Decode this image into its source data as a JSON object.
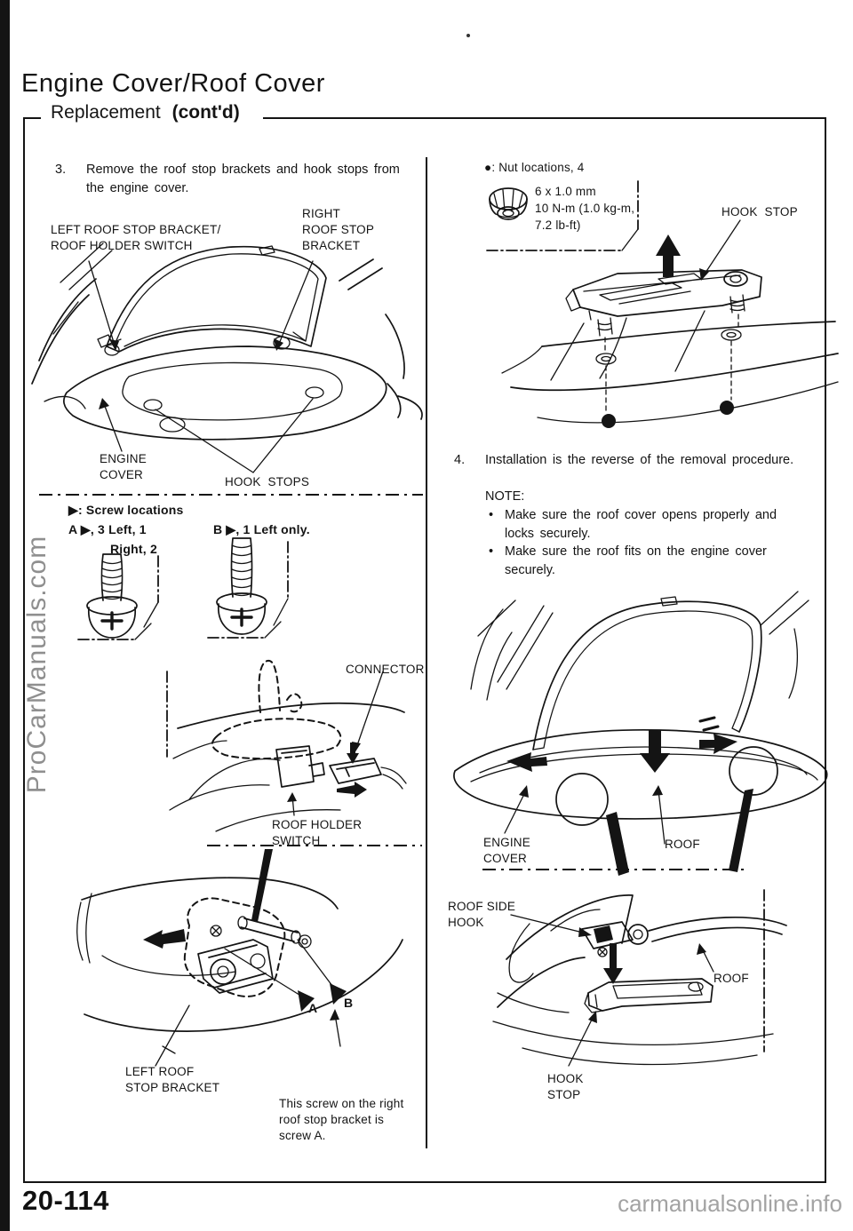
{
  "header": {
    "title": "Engine Cover/Roof Cover",
    "subtitle": "Replacement",
    "subtitle_cont": "(cont'd)"
  },
  "left": {
    "step3_num": "3.",
    "step3_text": "Remove the roof stop brackets and hook stops from\nthe engine cover.",
    "fig_main_labels": {
      "left_bracket": "LEFT ROOF STOP BRACKET/\nROOF HOLDER SWITCH",
      "right_bracket": "RIGHT\nROOF STOP\nBRACKET",
      "engine_cover": "ENGINE\nCOVER",
      "hook_stops": "HOOK STOPS"
    },
    "screw_legend": {
      "title": "▶: Screw locations",
      "a_line1": "A ▶, 3 Left, 1",
      "a_line2": "Right, 2",
      "b_line": "B ▶, 1 Left only."
    },
    "fig_switch_labels": {
      "connector": "CONNECTOR",
      "roof_holder_switch": "ROOF HOLDER\nSWITCH"
    },
    "fig_bracket_labels": {
      "marker_a": "A",
      "marker_b": "B",
      "left_roof_stop_bracket": "LEFT ROOF\nSTOP BRACKET",
      "screw_note": "This screw on the right\nroof stop bracket is\nscrew A."
    }
  },
  "right": {
    "nut_legend": "●: Nut locations, 4",
    "torque_spec": "6 x 1.0 mm\n10 N-m (1.0 kg-m,\n7.2 lb-ft)",
    "hook_stop_label": "HOOK STOP",
    "step4_num": "4.",
    "step4_text": "Installation is the reverse of the removal procedure.",
    "note_title": "NOTE:",
    "bullet_char": "•",
    "bullet1": "Make sure the roof cover opens properly and\nlocks securely.",
    "bullet2": "Make sure the roof fits on the engine cover\nsecurely.",
    "fig_fit_labels": {
      "engine_cover": "ENGINE\nCOVER",
      "roof": "ROOF"
    },
    "fig_hook_labels": {
      "roof_side_hook": "ROOF SIDE\nHOOK",
      "roof": "ROOF",
      "hook_stop": "HOOK\nSTOP"
    }
  },
  "footer": {
    "page_number": "20-114",
    "watermark_side": "ProCarManuals.com",
    "watermark_bottom": "carmanualsonline.info"
  }
}
